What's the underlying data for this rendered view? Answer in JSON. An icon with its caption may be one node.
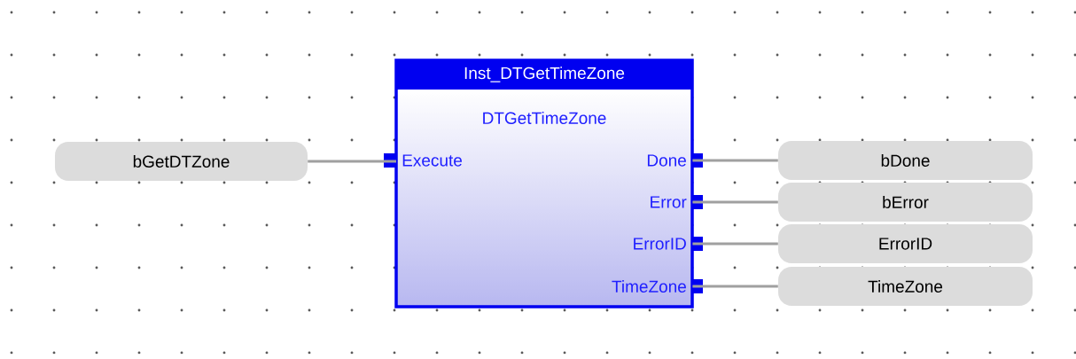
{
  "diagram": {
    "nodes": [
      {
        "text": [
          "Inst_DTGetTimeZone",
          "DTGetTimeZone",
          "Execute",
          "Done",
          "Error",
          "ErrorID",
          "TimeZone"
        ]
      },
      {
        "text": [
          "bGetDTZone"
        ]
      },
      {
        "text": [
          "bDone"
        ]
      },
      {
        "text": [
          "bError"
        ]
      },
      {
        "text": [
          "ErrorID"
        ]
      },
      {
        "text": [
          "TimeZone"
        ]
      }
    ],
    "edges": [
      {
        "from": 1,
        "to": 0,
        "arrow": "none"
      },
      {
        "from": 0,
        "to": 2,
        "arrow": "none"
      },
      {
        "from": 0,
        "to": 3,
        "arrow": "none"
      },
      {
        "from": 0,
        "to": 4,
        "arrow": "none"
      },
      {
        "from": 0,
        "to": 5,
        "arrow": "none"
      }
    ]
  }
}
